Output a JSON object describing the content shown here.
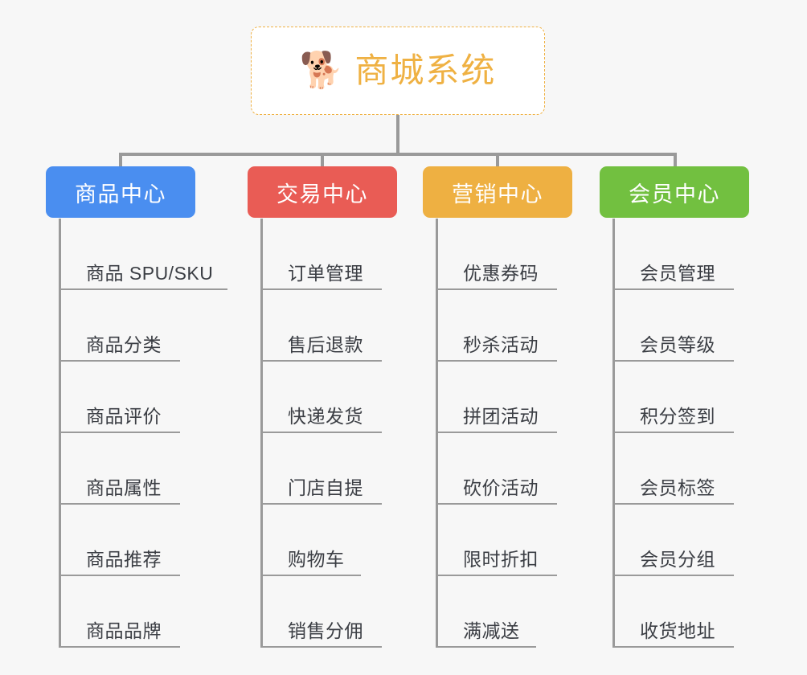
{
  "background_color": "#f7f7f7",
  "root": {
    "icon": "shiba-dog-face-emoji",
    "emoji": "🐕",
    "title": "商城系统",
    "title_color": "#efb143",
    "border_color": "#efb143",
    "background_color": "#ffffff"
  },
  "connector_color": "#9a9a9a",
  "columns": [
    {
      "header": "商品中心",
      "color": "#4a8ef0",
      "items": [
        "商品 SPU/SKU",
        "商品分类",
        "商品评价",
        "商品属性",
        "商品推荐",
        "商品品牌"
      ]
    },
    {
      "header": "交易中心",
      "color": "#e95c55",
      "items": [
        "订单管理",
        "售后退款",
        "快递发货",
        "门店自提",
        "购物车",
        "销售分佣"
      ]
    },
    {
      "header": "营销中心",
      "color": "#eeb042",
      "items": [
        "优惠券码",
        "秒杀活动",
        "拼团活动",
        "砍价活动",
        "限时折扣",
        "满减送"
      ]
    },
    {
      "header": "会员中心",
      "color": "#72c040",
      "items": [
        "会员管理",
        "会员等级",
        "积分签到",
        "会员标签",
        "会员分组",
        "收货地址"
      ]
    }
  ]
}
